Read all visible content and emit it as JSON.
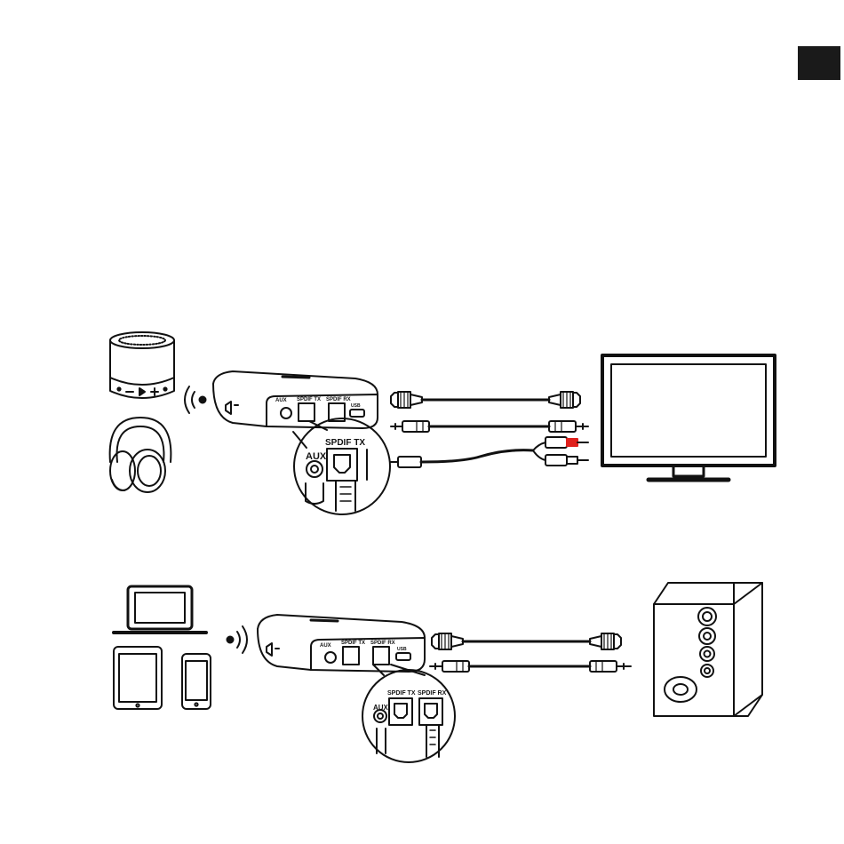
{
  "ports": {
    "aux": "AUX",
    "spdif_tx": "SPDIF TX",
    "spdif_rx": "SPDIF RX",
    "usb": "USB"
  },
  "colors": {
    "ink": "#111111",
    "rca_red": "#e0201c",
    "corner_tab": "#1a1a1a"
  }
}
